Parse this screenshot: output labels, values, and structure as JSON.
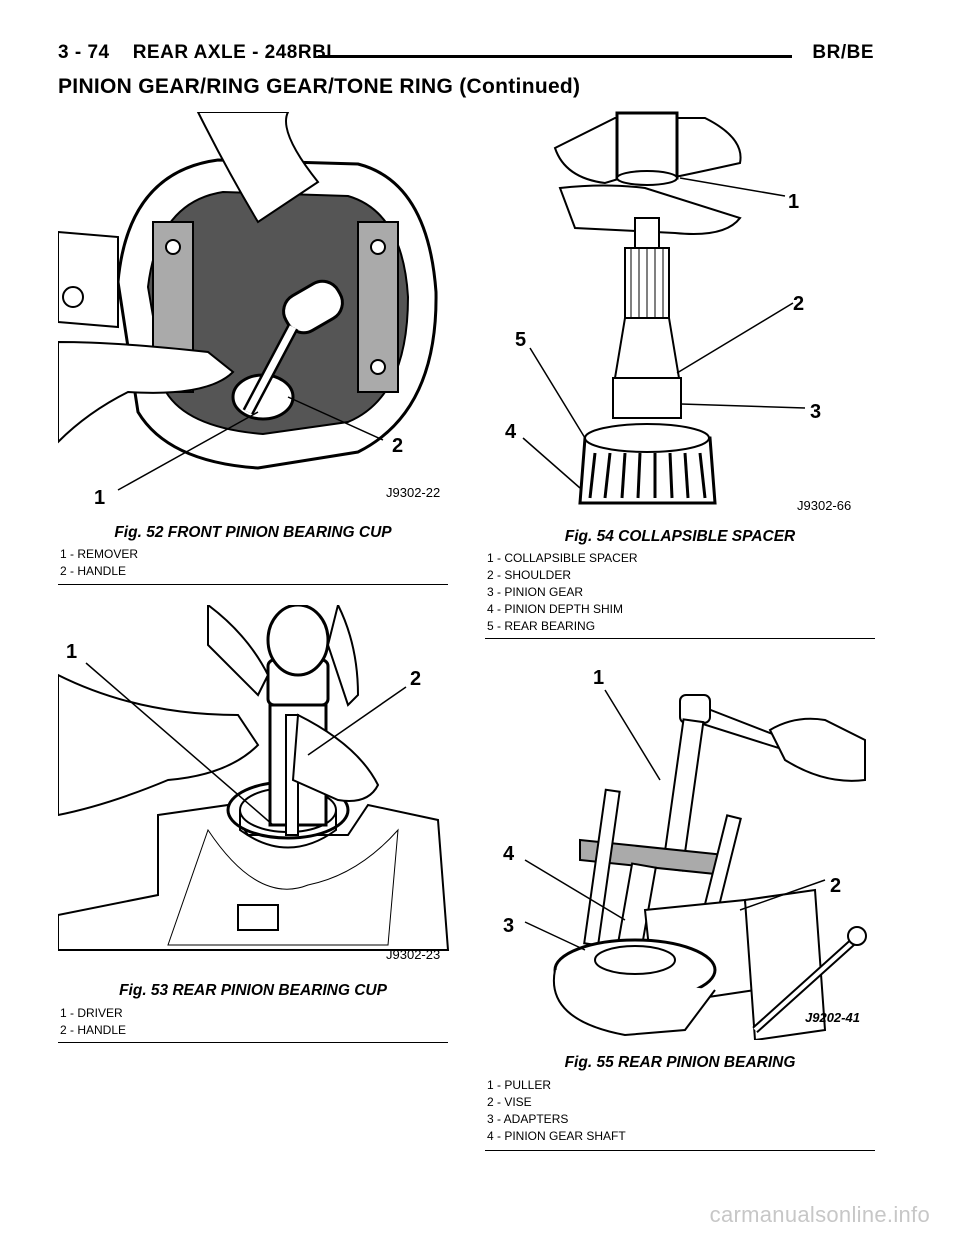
{
  "header": {
    "left": "3 - 74    REAR AXLE - 248RBI",
    "right": "BR/BE",
    "section_title": "PINION GEAR/RING GEAR/TONE RING (Continued)"
  },
  "figures": {
    "fig52": {
      "caption": "Fig. 52 FRONT PINION BEARING CUP",
      "ref": "J9302-22",
      "callouts": [
        "1",
        "2"
      ],
      "legend": [
        "1 - REMOVER",
        "2 - HANDLE"
      ]
    },
    "fig53": {
      "caption": "Fig. 53 REAR PINION BEARING CUP",
      "ref": "J9302-23",
      "callouts": [
        "1",
        "2"
      ],
      "legend": [
        "1 - DRIVER",
        "2 - HANDLE"
      ]
    },
    "fig54": {
      "caption": "Fig. 54 COLLAPSIBLE SPACER",
      "ref": "J9302-66",
      "callouts": [
        "1",
        "2",
        "3",
        "4",
        "5"
      ],
      "legend": [
        "1 - COLLAPSIBLE SPACER",
        "2 - SHOULDER",
        "3 - PINION GEAR",
        "4 - PINION DEPTH SHIM",
        "5 - REAR BEARING"
      ]
    },
    "fig55": {
      "caption": "Fig. 55 REAR PINION BEARING",
      "ref": "J9202-41",
      "callouts": [
        "1",
        "2",
        "3",
        "4"
      ],
      "legend": [
        "1 - PULLER",
        "2 - VISE",
        "3 - ADAPTERS",
        "4 - PINION GEAR SHAFT"
      ]
    }
  },
  "watermark": "carmanualsonline.info"
}
